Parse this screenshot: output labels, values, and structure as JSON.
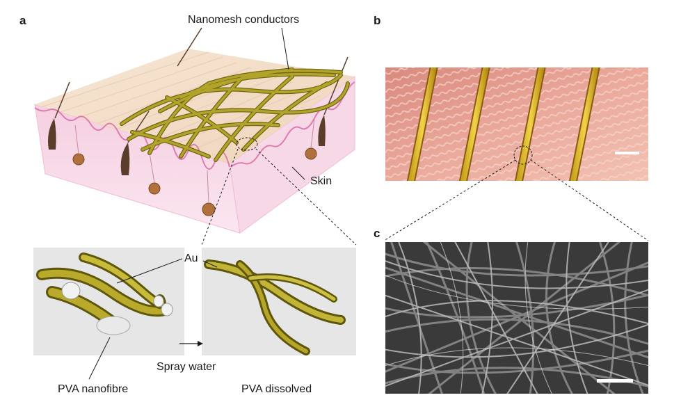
{
  "panels": {
    "a": "a",
    "b": "b",
    "c": "c"
  },
  "labels": {
    "nanomesh": "Nanomesh conductors",
    "skin": "Skin",
    "au": "Au",
    "spray": "Spray water",
    "pva_fibre": "PVA nanofibre",
    "pva_dissolved": "PVA dissolved"
  },
  "colors": {
    "gold": "#a99b1f",
    "gold_dark": "#6f6612",
    "skin_pink": "#f6d6e6",
    "skin_top": "#f3dfc9",
    "photo_skin": "#e8a79a",
    "sem_gray": "#7f7f7f"
  }
}
